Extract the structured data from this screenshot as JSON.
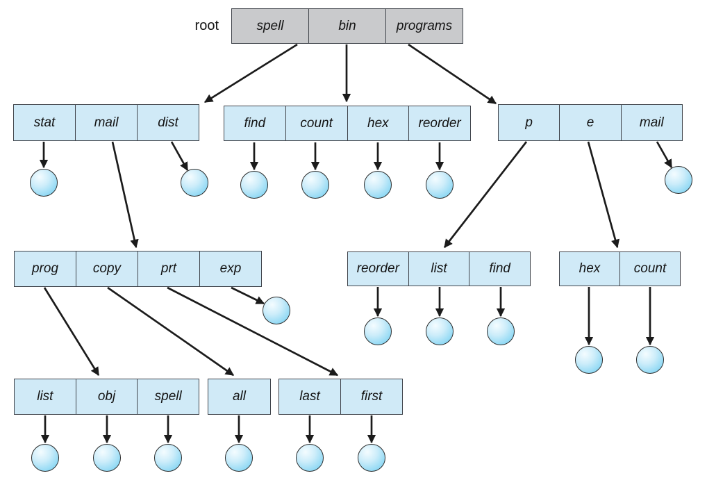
{
  "palette": {
    "dir_fill": "#d0eaf7",
    "root_fill": "#c9cacc",
    "box_border": "#3f434a",
    "arrow": "#1b1b1b",
    "file_hi": "#f4fcff",
    "file_lo": "#7accee",
    "text": "#141414"
  },
  "root_label": "root",
  "boxes": {
    "root": {
      "cells": [
        "spell",
        "bin",
        "programs"
      ]
    },
    "level1_left": {
      "cells": [
        "stat",
        "mail",
        "dist"
      ]
    },
    "level1_middle": {
      "cells": [
        "find",
        "count",
        "hex",
        "reorder"
      ]
    },
    "level1_right": {
      "cells": [
        "p",
        "e",
        "mail"
      ]
    },
    "level2_left": {
      "cells": [
        "prog",
        "copy",
        "prt",
        "exp"
      ]
    },
    "level2_middle": {
      "cells": [
        "reorder",
        "list",
        "find"
      ]
    },
    "level2_right": {
      "cells": [
        "hex",
        "count"
      ]
    },
    "level3_left": {
      "cells": [
        "list",
        "obj",
        "spell"
      ]
    },
    "level3_middle": {
      "cells": [
        "all"
      ]
    },
    "level3_right": {
      "cells": [
        "last",
        "first"
      ]
    }
  },
  "file_icon_count": 19
}
